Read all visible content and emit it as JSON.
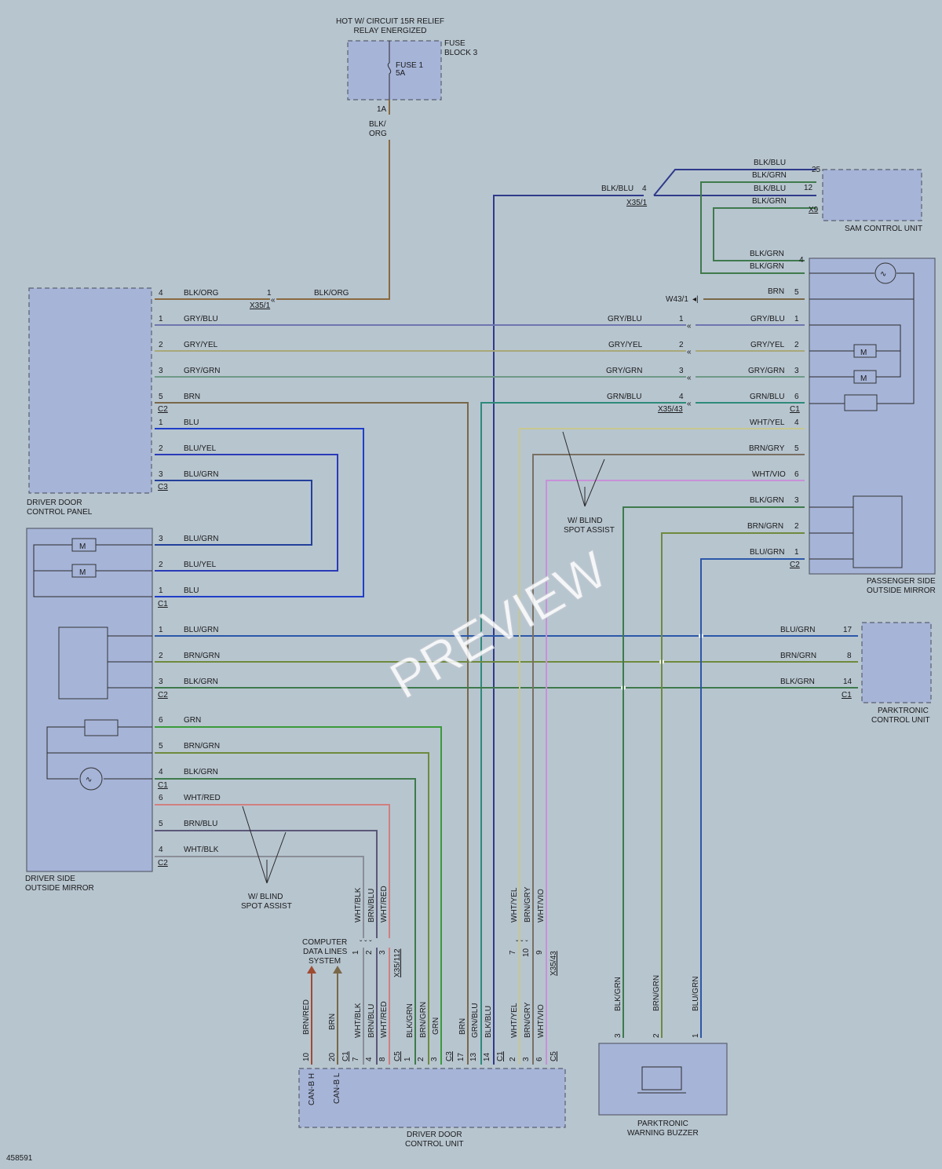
{
  "diagram_id": "458591",
  "watermark": "PREVIEW",
  "power": {
    "hot": "HOT W/ CIRCUIT 15R RELIEF",
    "relay": "RELAY ENERGIZED",
    "fuse_block": "FUSE",
    "fuse_block2": "BLOCK 3",
    "fuse": "FUSE 1",
    "fuse_rating": "5A",
    "pin": "1A",
    "wire1": "BLK/",
    "wire2": "ORG"
  },
  "components": {
    "sam": "SAM CONTROL UNIT",
    "ddcp1": "DRIVER DOOR",
    "ddcp2": "CONTROL PANEL",
    "dsom1": "DRIVER SIDE",
    "dsom2": "OUTSIDE MIRROR",
    "psom1": "PASSENGER SIDE",
    "psom2": "OUTSIDE MIRROR",
    "park1": "PARKTRONIC",
    "park2": "CONTROL UNIT",
    "buzz1": "PARKTRONIC",
    "buzz2": "WARNING BUZZER",
    "ddcu1": "DRIVER DOOR",
    "ddcu2": "CONTROL UNIT",
    "cdl1": "COMPUTER",
    "cdl2": "DATA LINES",
    "cdl3": "SYSTEM",
    "bsa1a": "W/ BLIND",
    "bsa1b": "SPOT ASSIST",
    "bsa2a": "W/ BLIND",
    "bsa2b": "SPOT ASSIST",
    "can_h": "CAN-B H",
    "can_l": "CAN-B L",
    "ground": "W43/1",
    "motor": "M"
  },
  "connectors": {
    "x35_1": "X35/1",
    "x35_43": "X35/43",
    "x35_112": "X35/112",
    "x9": "X9",
    "c1": "C1",
    "c2": "C2",
    "c3": "C3",
    "c5": "C5"
  },
  "wires": {
    "blk_org": "BLK/ORG",
    "gry_blu": "GRY/BLU",
    "gry_yel": "GRY/YEL",
    "gry_grn": "GRY/GRN",
    "brn": "BRN",
    "grn_blu": "GRN/BLU",
    "blu": "BLU",
    "blu_yel": "BLU/YEL",
    "blu_grn": "BLU/GRN",
    "brn_grn": "BRN/GRN",
    "blk_grn": "BLK/GRN",
    "grn": "GRN",
    "wht_red": "WHT/RED",
    "brn_blu": "BRN/BLU",
    "wht_blk": "WHT/BLK",
    "blk_blu": "BLK/BLU",
    "wht_yel": "WHT/YEL",
    "brn_gry": "BRN/GRY",
    "wht_vio": "WHT/VIO",
    "brn_red": "BRN/RED"
  },
  "pins": {
    "p1": "1",
    "p2": "2",
    "p3": "3",
    "p4": "4",
    "p5": "5",
    "p6": "6",
    "p7": "7",
    "p8": "8",
    "p9": "9",
    "p10": "10",
    "p12": "12",
    "p13": "13",
    "p14": "14",
    "p17": "17",
    "p20": "20",
    "p25": "25"
  },
  "colors": {
    "blk_org": "#8a6a40",
    "gry_blu": "#6f76b0",
    "gry_yel": "#a8a878",
    "gry_grn": "#6e9a88",
    "brn": "#7a6848",
    "grn_blu": "#2e8a7a",
    "blu": "#1f3ec8",
    "blu_grn": "#2c58a8",
    "brn_grn": "#6f8a3c",
    "blk_grn": "#3f7a4c",
    "grn": "#3a9a3a",
    "wht_red": "#d08080",
    "brn_blu": "#5a5878",
    "wht_blk": "#8a8e96",
    "blk_blu": "#303a8a",
    "wht_yel": "#c8c890",
    "brn_gry": "#7a7062",
    "wht_vio": "#c890d8",
    "brn_red": "#a04a30",
    "box": "#a6b4d8",
    "background": "#b7c5cf"
  }
}
